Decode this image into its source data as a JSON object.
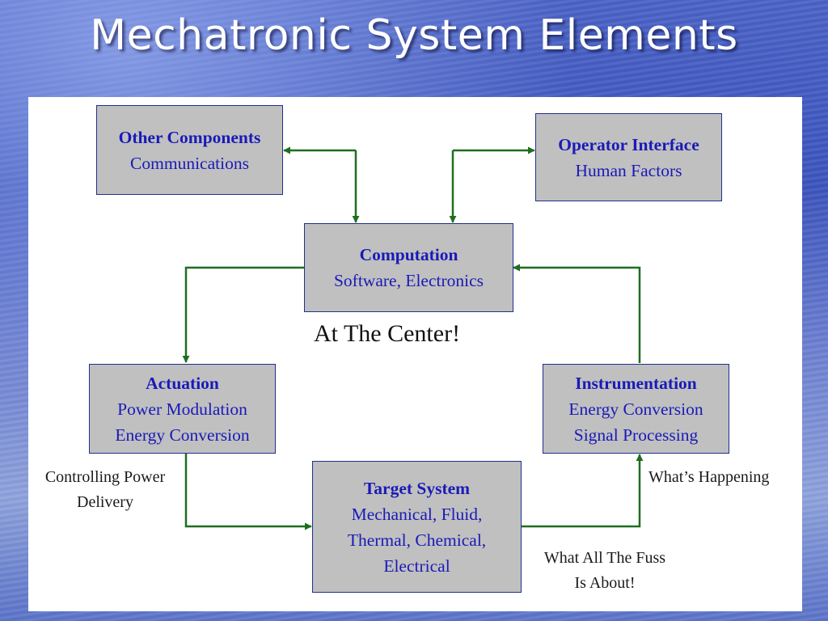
{
  "slide": {
    "title": "Mechatronic System Elements"
  },
  "boxes": {
    "other_components": {
      "head": "Other Components",
      "lines": [
        "Communications"
      ]
    },
    "operator_interface": {
      "head": "Operator Interface",
      "lines": [
        "Human Factors"
      ]
    },
    "computation": {
      "head": "Computation",
      "lines": [
        "Software, Electronics"
      ]
    },
    "actuation": {
      "head": "Actuation",
      "lines": [
        "Power Modulation",
        "Energy Conversion"
      ]
    },
    "instrumentation": {
      "head": "Instrumentation",
      "lines": [
        "Energy Conversion",
        "Signal Processing"
      ]
    },
    "target_system": {
      "head": "Target System",
      "lines": [
        "Mechanical, Fluid,",
        "Thermal, Chemical,",
        "Electrical"
      ]
    }
  },
  "notes": {
    "center": "At The Center!",
    "controlling": [
      "Controlling Power",
      "Delivery"
    ],
    "happening": "What’s Happening",
    "fuss": [
      "What All The Fuss",
      "Is About!"
    ]
  },
  "colors": {
    "arrow": "#1f6e1f",
    "box_fill": "#c0c0c0",
    "box_text": "#1a1ab8"
  }
}
